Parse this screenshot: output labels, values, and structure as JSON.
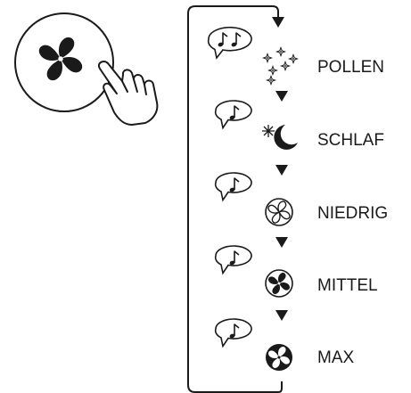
{
  "fan_button": {
    "icon": "fan-icon",
    "hand_icon": "pointing-hand-icon"
  },
  "cycle": {
    "modes": [
      {
        "label": "POLLEN",
        "beep_icon": "double-note-icon",
        "mode_icon": "pollen-sparkle-icon"
      },
      {
        "label": "SCHLAF",
        "beep_icon": "single-note-icon",
        "mode_icon": "moon-star-icon"
      },
      {
        "label": "NIEDRIG",
        "beep_icon": "single-note-icon",
        "mode_icon": "fan-outline-icon"
      },
      {
        "label": "MITTEL",
        "beep_icon": "single-note-icon",
        "mode_icon": "fan-half-filled-icon"
      },
      {
        "label": "MAX",
        "beep_icon": "single-note-icon",
        "mode_icon": "fan-filled-icon"
      }
    ]
  },
  "colors": {
    "ink": "#1a1a1a",
    "background": "#ffffff"
  }
}
